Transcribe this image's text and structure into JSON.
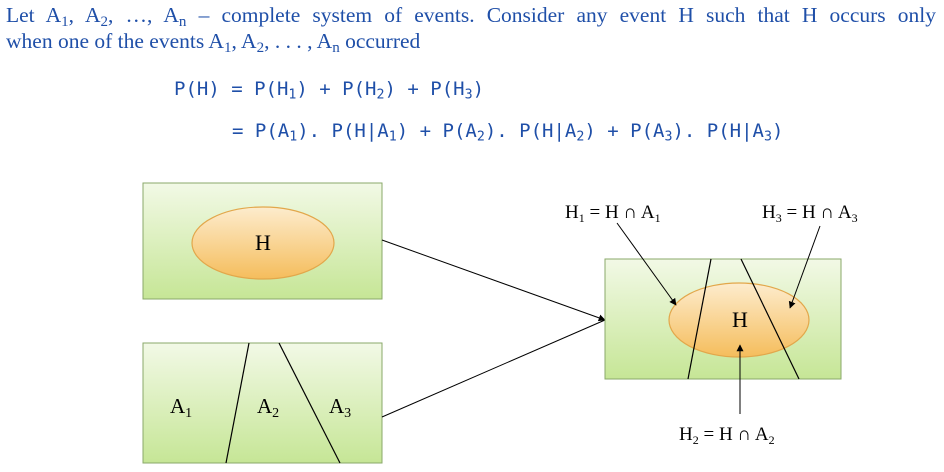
{
  "intro": {
    "line1": "Let A1, A2, …, An – complete system of events. Consider any event H such that H occurs only",
    "line2": "when one of the events A1, A2, . . . , An occurred"
  },
  "formula": {
    "line1": "P(H) = P(H1) + P(H2) + P(H3)",
    "line2": "= P(A1). P(H|A1) + P(A2). P(H|A2) + P(A3). P(H|A3)"
  },
  "diagram": {
    "h_label": "H",
    "a1_label": "A1",
    "a2_label": "A2",
    "a3_label": "A3",
    "h1_label": "H1 = H ∩ A1",
    "h2_label": "H2 = H ∩ A2",
    "h3_label": "H3 = H ∩ A3",
    "result_h_label": "H"
  },
  "colors": {
    "text_blue": "#1f4fa8",
    "box_fill_top": "#f2f9e6",
    "box_fill_bottom": "#c8e89a",
    "box_stroke": "#8aa86a",
    "ellipse_fill_top": "#fdeccd",
    "ellipse_fill_bottom": "#f6c163",
    "ellipse_stroke": "#e2a74b"
  }
}
